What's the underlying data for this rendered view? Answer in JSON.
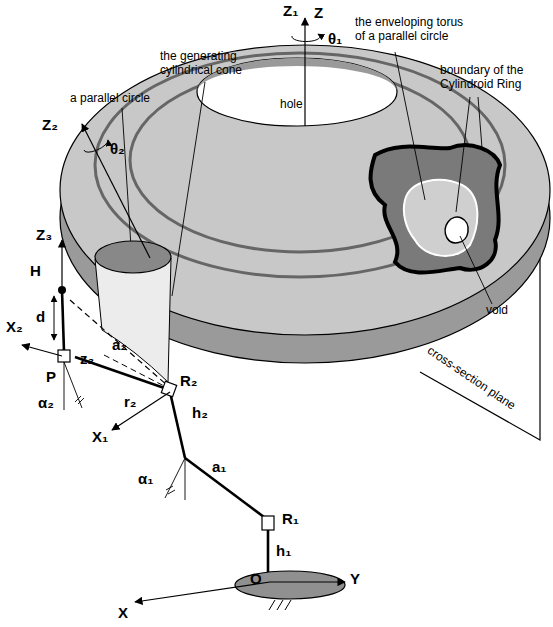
{
  "diagram": {
    "labels": [
      "Z₁",
      "Z",
      "θ₁",
      "Z₂",
      "θ₂",
      "the generating cylindrical cone",
      "a parallel circle",
      "the enveloping torus of a parallel circle",
      "boundary of the Cylindroid Ring",
      "hole",
      "Z₃",
      "H",
      "d",
      "X₂",
      "P",
      "a₂",
      "z₂",
      "R₂",
      "r₂",
      "h₂",
      "α₂",
      "X₁",
      "α₁",
      "a₁",
      "R₁",
      "h₁",
      "void",
      "cross-section plane",
      "O",
      "Y",
      "X"
    ]
  }
}
